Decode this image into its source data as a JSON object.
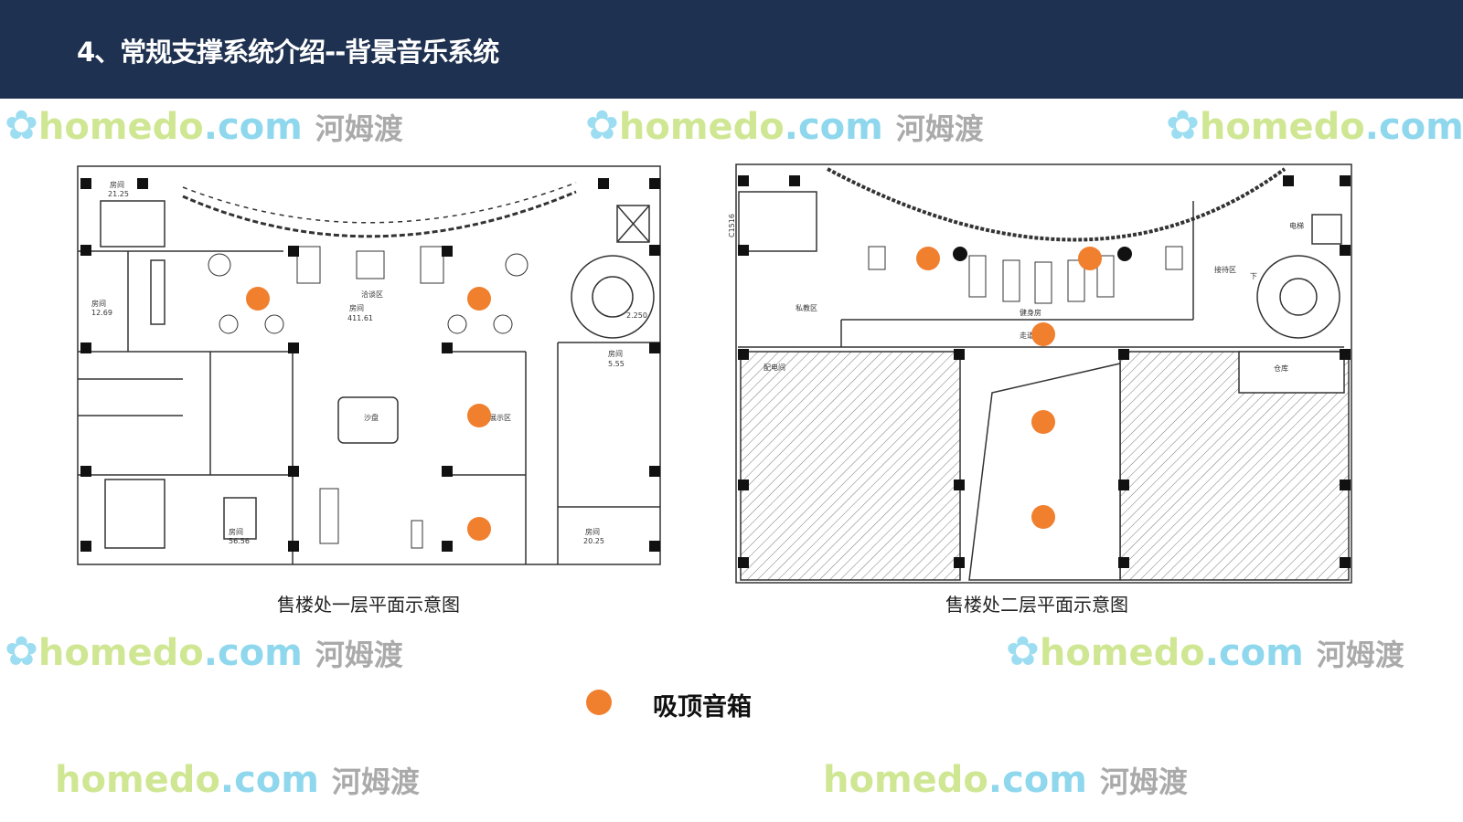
{
  "slide": {
    "title": "4、常规支撑系统介绍--背景音乐系统",
    "accent_color": "#1e3150",
    "speaker_color": "#f07f2e"
  },
  "plans": [
    {
      "caption": "售楼处一层平面示意图",
      "speaker_count": 4,
      "labels": [
        "房间",
        "21.25",
        "房间",
        "411.61",
        "洽谈区",
        "沙盘",
        "房间",
        "12.69",
        "房间",
        "56.56",
        "房间",
        "20.25",
        "房间",
        "5.55",
        "展示区",
        "2.250"
      ]
    },
    {
      "caption": "售楼处二层平面示意图",
      "speaker_count": 5,
      "labels": [
        "私教区",
        "健身房",
        "走道",
        "接待区",
        "电梯",
        "配电间",
        "仓库",
        "C1516",
        "下"
      ]
    }
  ],
  "legend": {
    "label": "吸顶音箱"
  },
  "watermark": {
    "brand_en_left": "homedo",
    "brand_en_right": ".com",
    "brand_cn": "河姆渡"
  }
}
